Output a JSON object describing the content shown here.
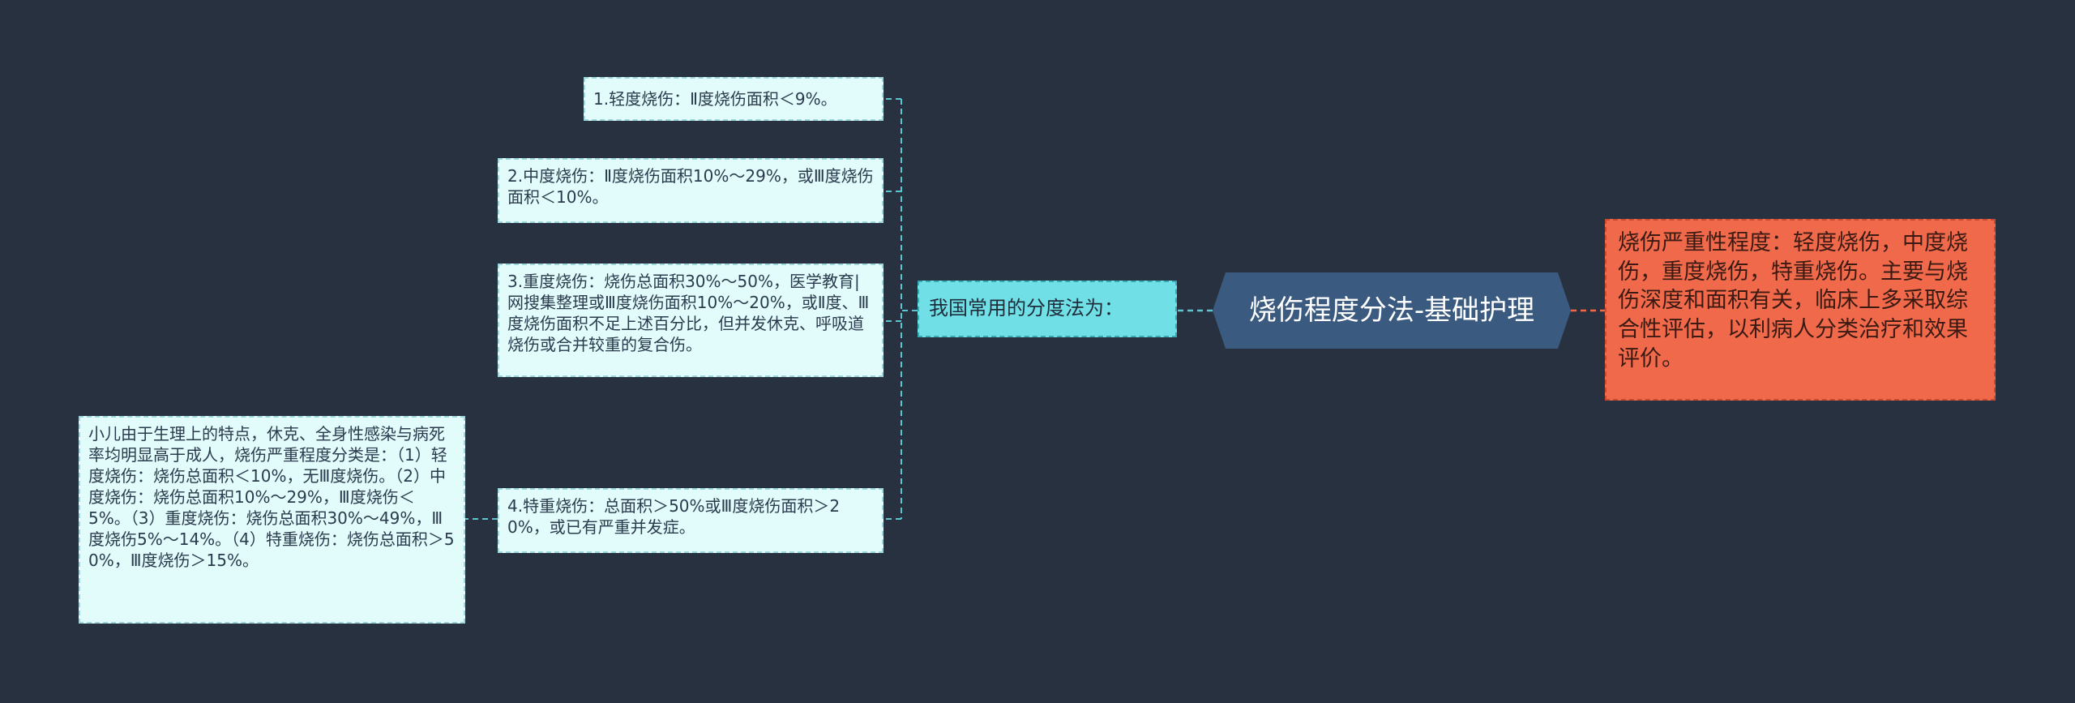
{
  "mindmap": {
    "root": {
      "label": "烧伤程度分法-基础护理"
    },
    "summary": {
      "text": "烧伤严重性程度：轻度烧伤，中度烧伤，重度烧伤，特重烧伤。主要与烧伤深度和面积有关，临床上多采取综合性评估，以利病人分类治疗和效果评价。"
    },
    "branch": {
      "label": "我国常用的分度法为："
    },
    "items": [
      {
        "text": "1.轻度烧伤：Ⅱ度烧伤面积＜9%。"
      },
      {
        "text": "2.中度烧伤：Ⅱ度烧伤面积10%～29%，或Ⅲ度烧伤面积＜10%。"
      },
      {
        "text": "3.重度烧伤：烧伤总面积30%～50%，医学教育|网搜集整理或Ⅲ度烧伤面积10%～20%，或Ⅱ度、Ⅲ度烧伤面积不足上述百分比，但并发休克、呼吸道烧伤或合并较重的复合伤。"
      },
      {
        "text": "4.特重烧伤：总面积＞50%或Ⅲ度烧伤面积＞20%，或已有严重并发症。"
      }
    ],
    "child_note": {
      "text": "小儿由于生理上的特点，休克、全身性感染与病死率均明显高于成人，烧伤严重程度分类是：（1）轻度烧伤：烧伤总面积＜10%，无Ⅲ度烧伤。（2）中度烧伤：烧伤总面积10%～29%，Ⅲ度烧伤＜5%。（3）重度烧伤：烧伤总面积30%～49%，Ⅲ度烧伤5%～14%。（4）特重烧伤：烧伤总面积＞50%，Ⅲ度烧伤＞15%。"
    }
  },
  "colors": {
    "background": "#283140",
    "root_fill": "#3b5a7f",
    "branch_fill": "#70dfe6",
    "leaf_fill": "#e2fbfb",
    "summary_fill": "#f0694a",
    "left_connector": "#56c8d2",
    "right_connector": "#f0694a"
  }
}
